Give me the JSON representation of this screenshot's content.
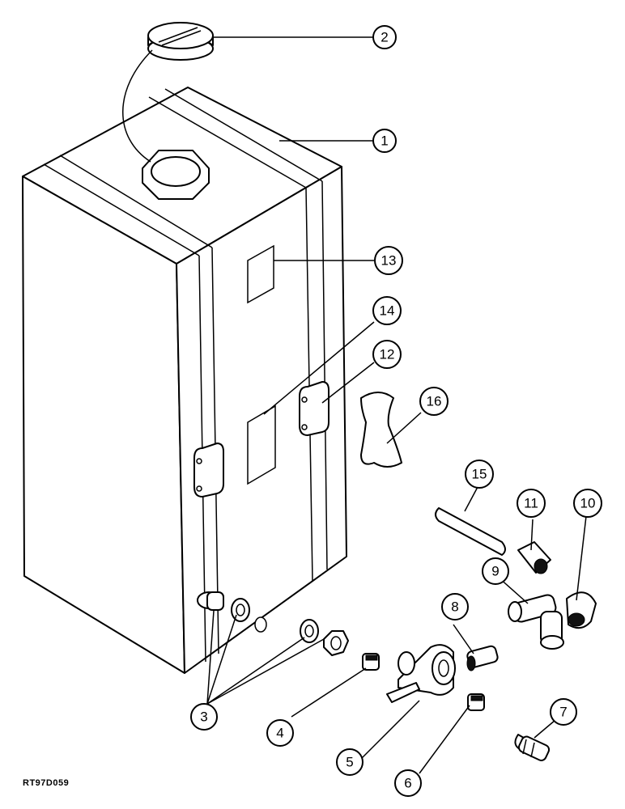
{
  "callouts": [
    "1",
    "2",
    "3",
    "4",
    "5",
    "6",
    "7",
    "8",
    "9",
    "10",
    "11",
    "12",
    "13",
    "14",
    "15",
    "16"
  ],
  "drawing_id": "RT97D059",
  "colors": {
    "line": "#000000",
    "background": "#ffffff"
  }
}
